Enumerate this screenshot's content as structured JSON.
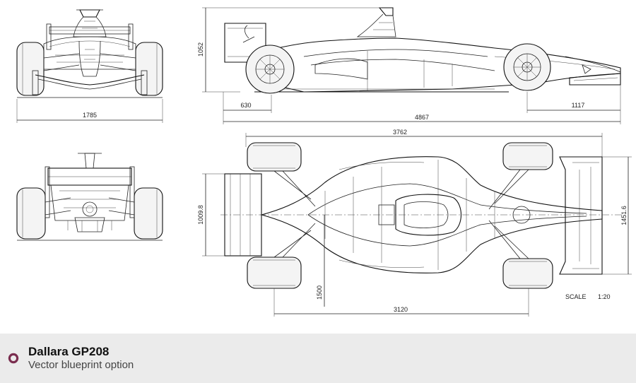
{
  "dimensions": {
    "front_track_width": "1785",
    "side_height": "1052",
    "side_front_overhang": "630",
    "side_total_length": "4867",
    "side_rear_overhang": "1117",
    "top_length": "3762",
    "top_front_wing_width": "1009.8",
    "top_rear_width": "1451.6",
    "top_track": "1500",
    "top_wheelbase": "3120"
  },
  "scale": {
    "label": "SCALE",
    "value": "1:20"
  },
  "footer": {
    "title": "Dallara GP208",
    "subtitle": "Vector blueprint option",
    "icon": "ring-icon",
    "accent_color": "#7a2d4f"
  }
}
